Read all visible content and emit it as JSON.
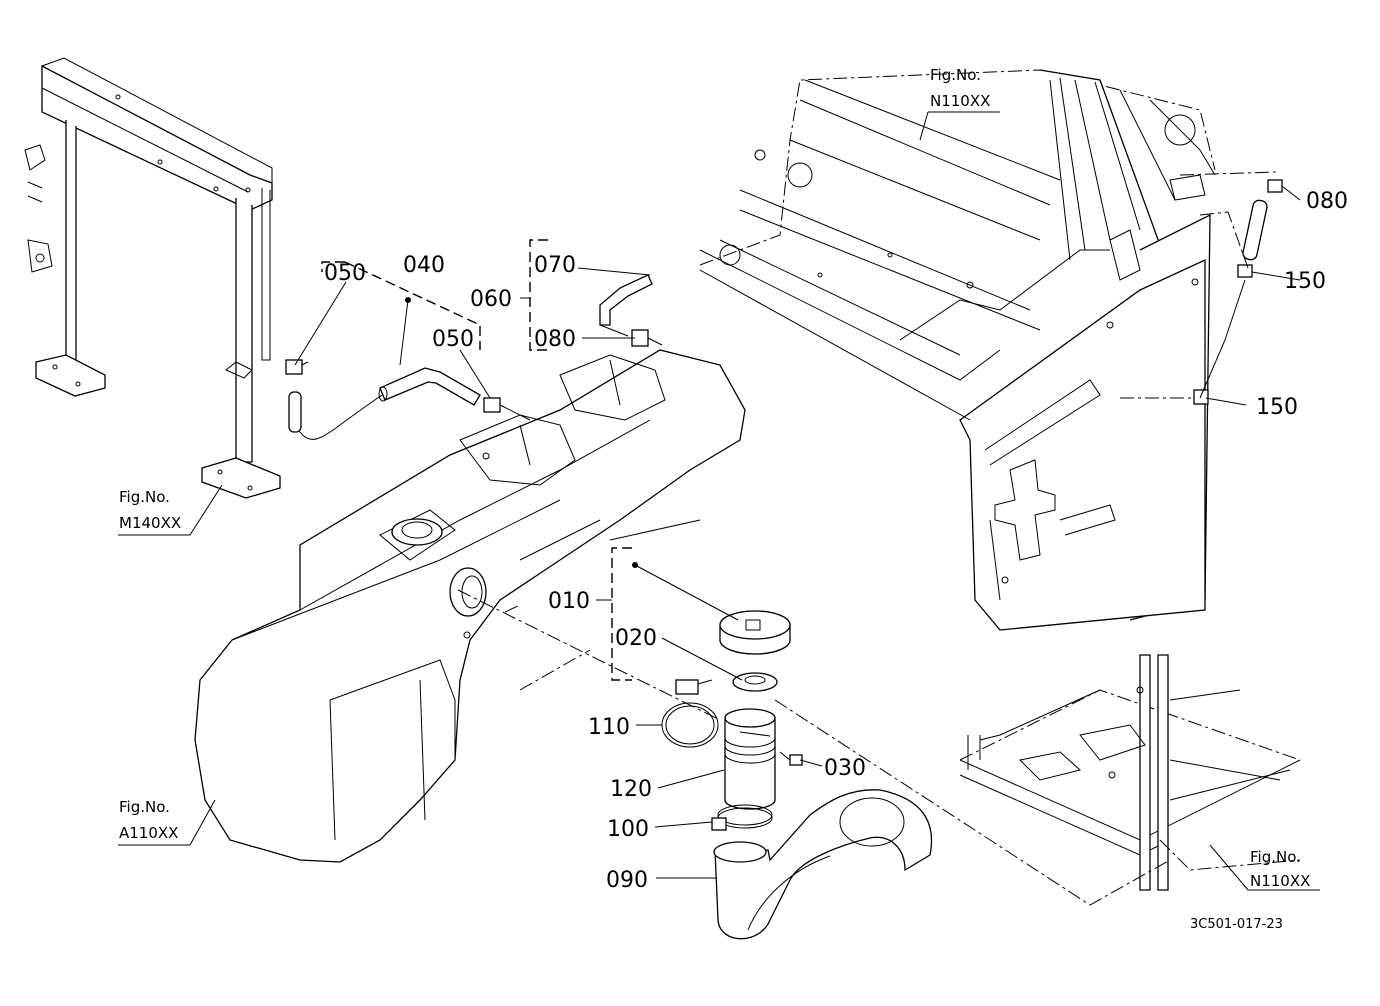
{
  "parts": {
    "p010": "010",
    "p020": "020",
    "p030": "030",
    "p040": "040",
    "p050a": "050",
    "p050b": "050",
    "p060": "060",
    "p070": "070",
    "p080a": "080",
    "p080b": "080",
    "p090": "090",
    "p100": "100",
    "p110": "110",
    "p120": "120",
    "p150a": "150",
    "p150b": "150"
  },
  "figrefs": {
    "fig_label": "Fig.No.",
    "top_right": "N110XX",
    "left_frame": "M140XX",
    "tank": "A110XX",
    "bottom_right": "N110XX"
  },
  "drawing_code": "3C501-017-23"
}
